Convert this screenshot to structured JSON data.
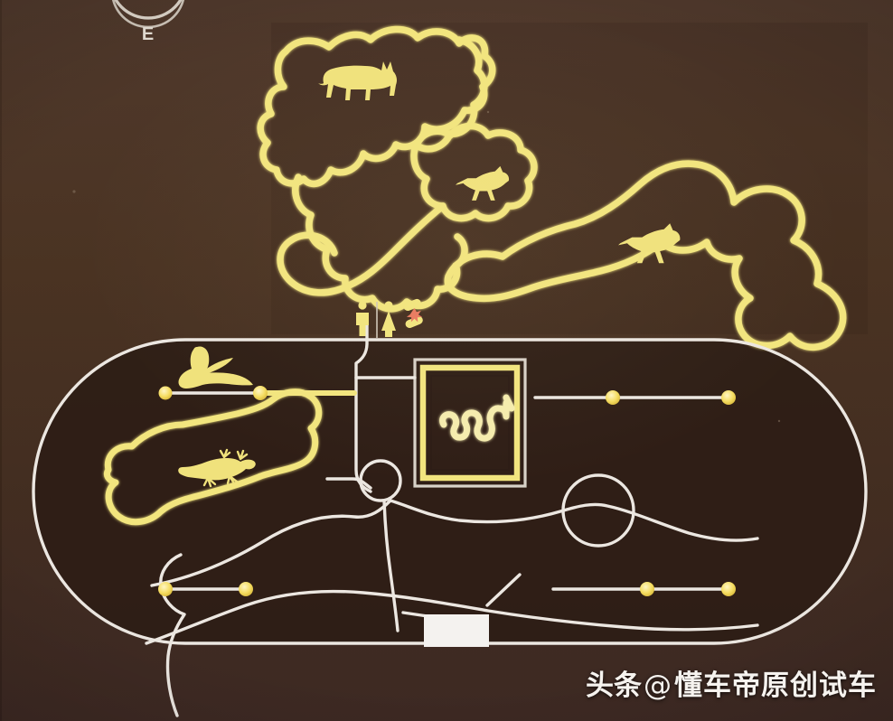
{
  "panel": {
    "kind": "zoo-safari-park-map-panel",
    "background_color": "#45301f",
    "inner_area_color": "#2e1d16",
    "enclosure_outline_color": "#f2e57e",
    "path_color": "#ece7e1",
    "marker_color": "#f5dd61",
    "label_box_color": "#ffffff"
  },
  "compass": {
    "label": "E",
    "name": "compass-rose"
  },
  "enclosures": [
    {
      "id": "tiger-enclosure",
      "animal": "tiger",
      "icon": "tiger-icon",
      "region": "north-west"
    },
    {
      "id": "horse-enclosure-1",
      "animal": "horse",
      "icon": "horse-icon",
      "region": "north-center"
    },
    {
      "id": "horse-enclosure-2",
      "animal": "horse",
      "icon": "horse-icon",
      "region": "north-east"
    },
    {
      "id": "seal-enclosure",
      "animal": "seal",
      "icon": "seal-icon",
      "region": "south-west-upper"
    },
    {
      "id": "lizard-enclosure",
      "animal": "lizard",
      "icon": "lizard-icon",
      "region": "south-west-lower"
    },
    {
      "id": "snake-house",
      "animal": "snake",
      "icon": "snake-icon",
      "region": "south-center"
    }
  ],
  "facilities": [
    {
      "id": "restroom-men",
      "icon": "restroom-men-icon",
      "color": "#f2e57e"
    },
    {
      "id": "restroom-women",
      "icon": "restroom-women-icon",
      "color": "#f2e57e"
    },
    {
      "id": "first-aid",
      "icon": "first-aid-icon",
      "color": "#f2e57e",
      "accent": "#e8705a"
    }
  ],
  "paths": {
    "loop_name": "visitor-loop-track",
    "stop_markers": 8,
    "marker_color": "#f5dd61"
  },
  "label_box": {
    "id": "blank-label-plate",
    "text": ""
  },
  "watermark": {
    "head": "头条",
    "at": "@",
    "account": "懂车帝原创试车"
  }
}
